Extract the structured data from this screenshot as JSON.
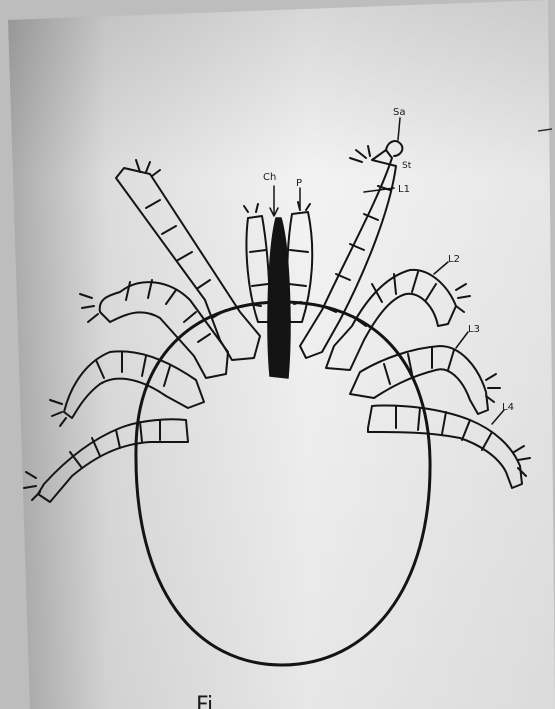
{
  "labels": {
    "ch": "Ch",
    "p": "P",
    "sa": "Sa",
    "st": "St",
    "l1": "L1",
    "l2": "L2",
    "l3": "L3",
    "l4": "L4",
    "caption_fragment": "Fi"
  },
  "colors": {
    "paper_light": "#f2f2f2",
    "paper_shadow": "#9a9a9a",
    "ink": "#141414"
  }
}
